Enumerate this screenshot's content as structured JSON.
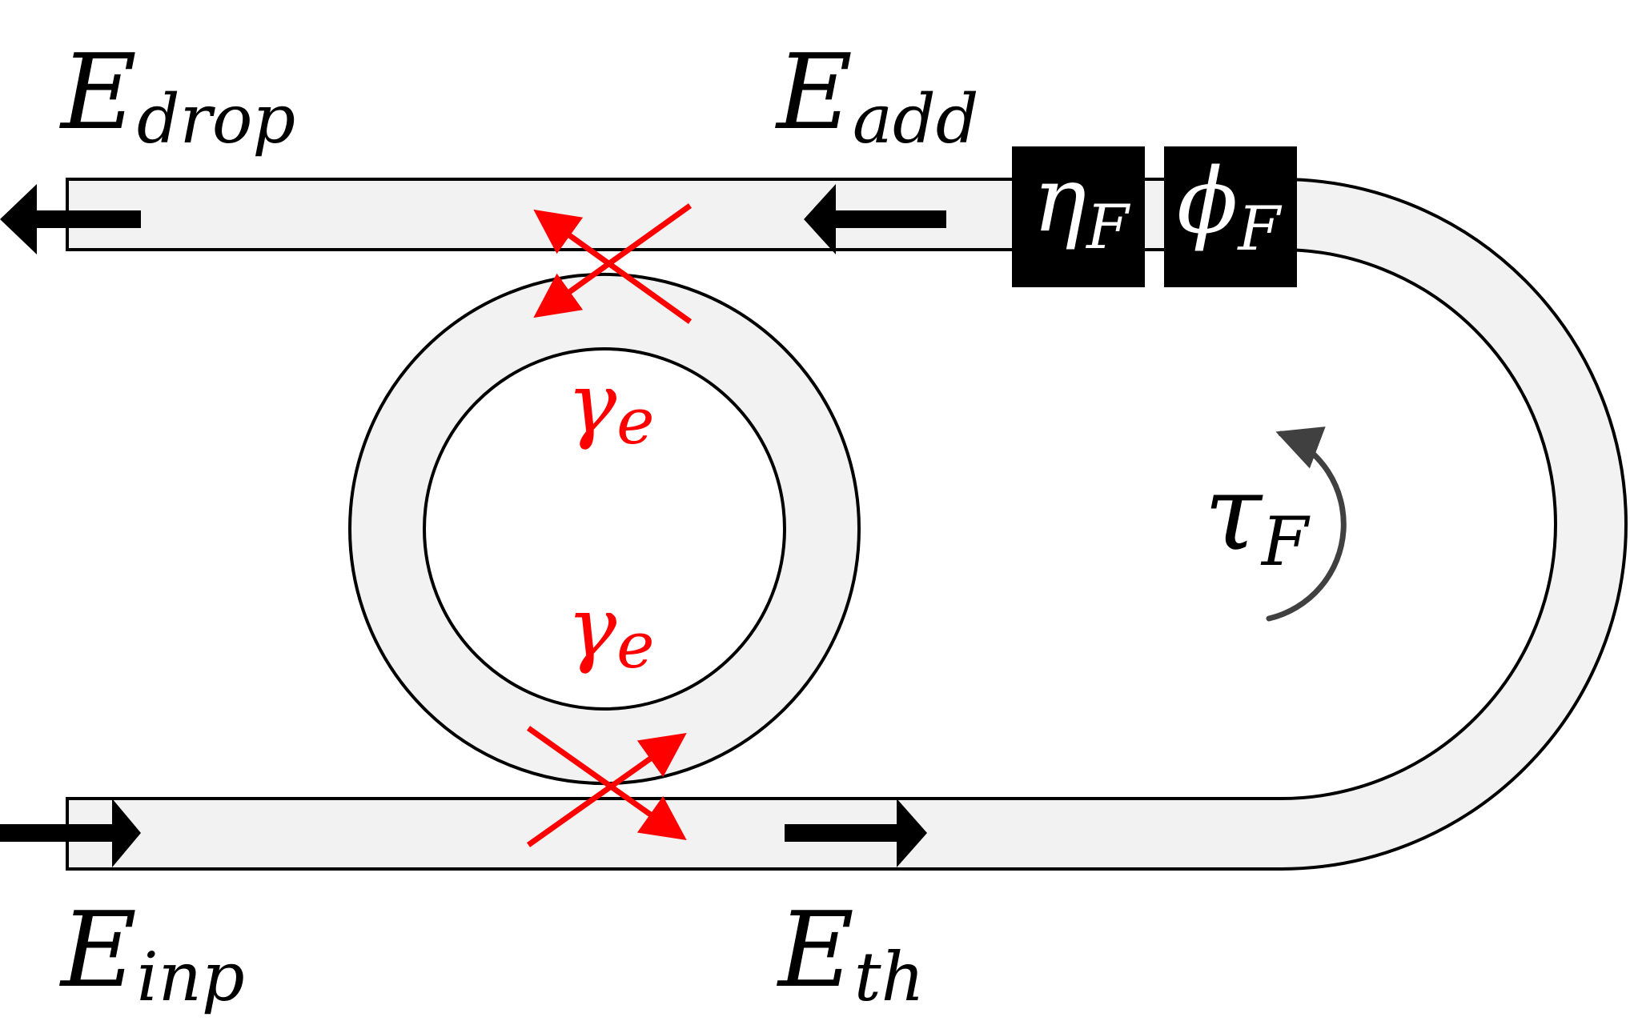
{
  "labels": {
    "drop": {
      "main": "E",
      "sub": "drop"
    },
    "add": {
      "main": "E",
      "sub": "add"
    },
    "input": {
      "main": "E",
      "sub": "inp"
    },
    "through": {
      "main": "E",
      "sub": "th"
    },
    "eta": {
      "main": "η",
      "sub": "F"
    },
    "phi": {
      "main": "ϕ",
      "sub": "F"
    },
    "tau": {
      "main": "τ",
      "sub": "F"
    },
    "gamma_top": {
      "main": "γ",
      "sub": "e"
    },
    "gamma_bottom": {
      "main": "γ",
      "sub": "e"
    }
  },
  "colors": {
    "waveguide_fill": "#f2f2f2",
    "outline": "#000000",
    "coupling": "#ff0000",
    "box": "#000000",
    "box_text": "#ffffff",
    "delay_arrow": "#404040"
  }
}
